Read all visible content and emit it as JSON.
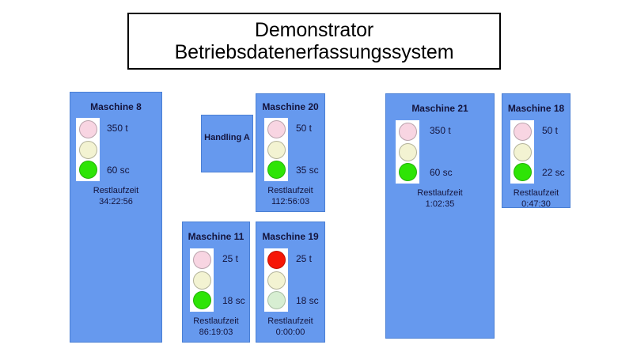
{
  "header": {
    "title_line1": "Demonstrator",
    "title_line2": "Betriebsdatenerfassungssystem"
  },
  "labels": {
    "runtime_label": "Restlaufzeit"
  },
  "colors": {
    "panel_fill": "#6699ee",
    "panel_border": "#4a7fd4",
    "housing_fill": "#ffffff",
    "text": "#14143c",
    "red_on": "#f61606",
    "red_off": "#f8d5e2",
    "yellow_off": "#f3f3d2",
    "green_on": "#2ee406",
    "green_off": "#d7eed2",
    "background": "#ffffff",
    "title_border": "#000000"
  },
  "handling": {
    "label": "Handling A"
  },
  "machines": [
    {
      "id": "maschine-8",
      "title": "Maschine 8",
      "top_value": "350 t",
      "bottom_value": "60 sc",
      "runtime_label": "Restlaufzeit",
      "runtime_value": "34:22:56",
      "lamps": {
        "red": "off",
        "yellow": "off",
        "green": "on"
      }
    },
    {
      "id": "maschine-20",
      "title": "Maschine 20",
      "top_value": "50 t",
      "bottom_value": "35 sc",
      "runtime_label": "Restlaufzeit",
      "runtime_value": "112:56:03",
      "lamps": {
        "red": "off",
        "yellow": "off",
        "green": "on"
      }
    },
    {
      "id": "maschine-11",
      "title": "Maschine 11",
      "top_value": "25 t",
      "bottom_value": "18 sc",
      "runtime_label": "Restlaufzeit",
      "runtime_value": "86:19:03",
      "lamps": {
        "red": "off",
        "yellow": "off",
        "green": "on"
      }
    },
    {
      "id": "maschine-19",
      "title": "Maschine 19",
      "top_value": "25 t",
      "bottom_value": "18 sc",
      "runtime_label": "Restlaufzeit",
      "runtime_value": "0:00:00",
      "lamps": {
        "red": "on",
        "yellow": "off",
        "green": "off"
      }
    },
    {
      "id": "maschine-21",
      "title": "Maschine 21",
      "top_value": "350 t",
      "bottom_value": "60 sc",
      "runtime_label": "Restlaufzeit",
      "runtime_value": "1:02:35",
      "lamps": {
        "red": "off",
        "yellow": "off",
        "green": "on"
      }
    },
    {
      "id": "maschine-18",
      "title": "Maschine 18",
      "top_value": "50 t",
      "bottom_value": "22 sc",
      "runtime_label": "Restlaufzeit",
      "runtime_value": "0:47:30",
      "lamps": {
        "red": "off",
        "yellow": "off",
        "green": "on"
      }
    }
  ]
}
